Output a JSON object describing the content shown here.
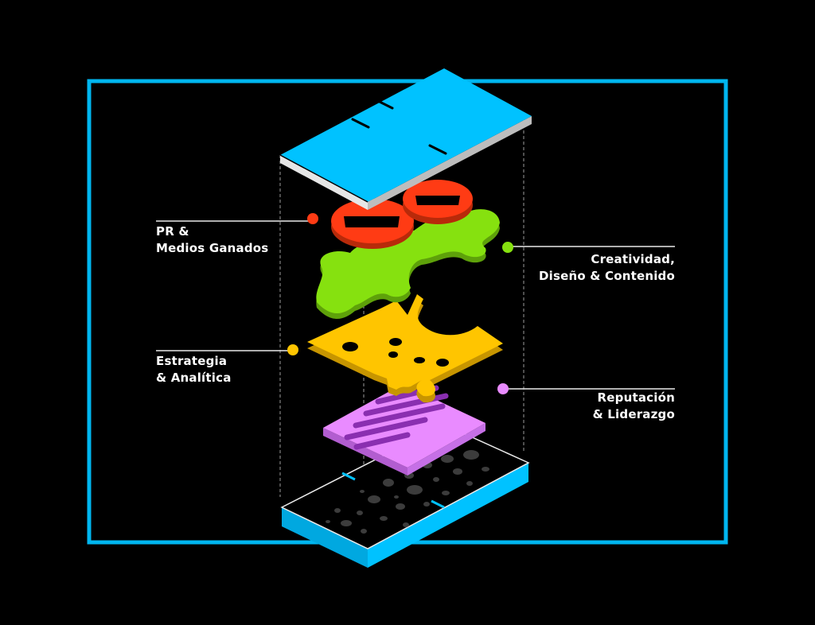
{
  "colors": {
    "background": "#000000",
    "frame": "#00b6f0",
    "top_slab": "#00c2ff",
    "pr_layer": "#ff3b14",
    "creative_layer": "#86e10f",
    "strategy_layer": "#ffc500",
    "reputation_layer": "#e98bff",
    "reputation_stripes": "#8a2fb0",
    "base_slab": "#00c2ff",
    "guide_lines": "#cfcfcf"
  },
  "layers": [
    {
      "id": "pr",
      "line1": "PR &",
      "line2": "Medios Ganados",
      "dot_color": "#ff3b14"
    },
    {
      "id": "creative",
      "line1": "Creatividad,",
      "line2": "Diseño & Contenido",
      "dot_color": "#86e10f"
    },
    {
      "id": "strategy",
      "line1": "Estrategia",
      "line2": "& Analítica",
      "dot_color": "#ffc500"
    },
    {
      "id": "reputation",
      "line1": "Reputación",
      "line2": "& Liderazgo",
      "dot_color": "#e98bff"
    }
  ]
}
